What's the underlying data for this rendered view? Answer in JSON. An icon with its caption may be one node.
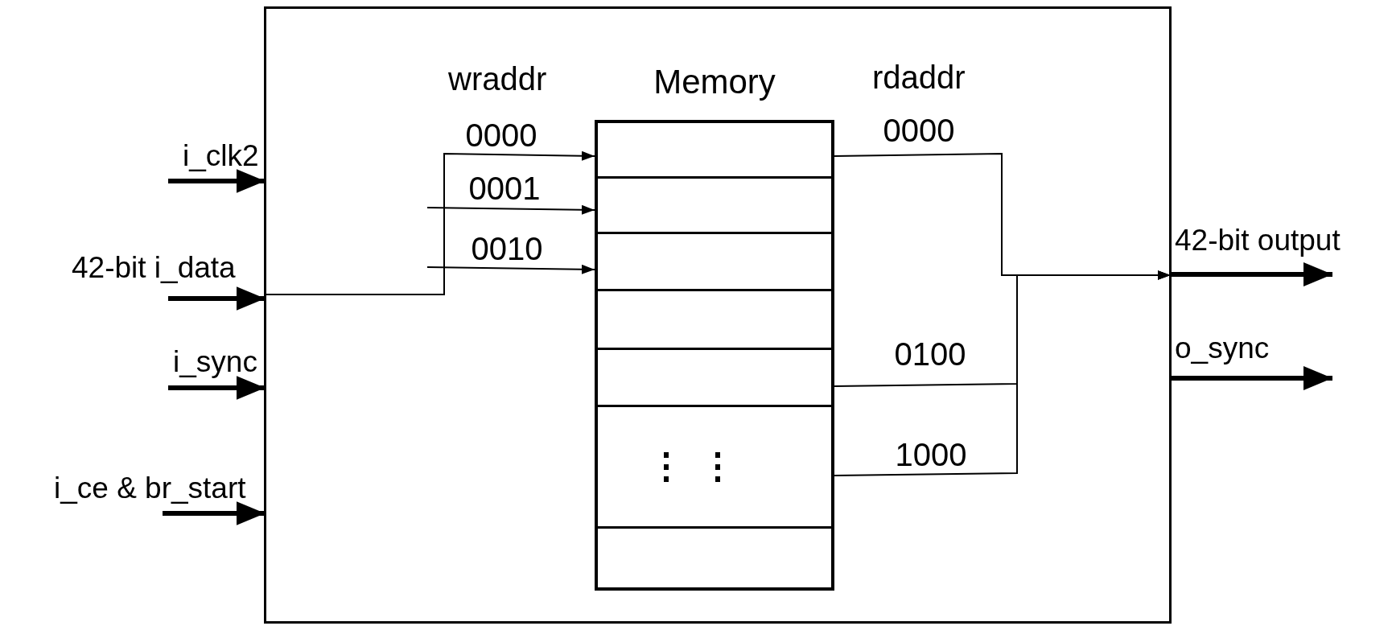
{
  "diagram": {
    "nodes": [
      {
        "text": [],
        "shape": "box"
      },
      {
        "text": [
          "Memory"
        ],
        "in": 0
      },
      {
        "text": [],
        "shape": "box",
        "in": 1
      },
      {
        "text": [],
        "shape": "box",
        "in": 1
      },
      {
        "text": [],
        "shape": "box",
        "in": 1
      },
      {
        "text": [],
        "shape": "box",
        "in": 1
      },
      {
        "text": [],
        "shape": "box",
        "in": 1
      },
      {
        "text": [],
        "shape": "box",
        "in": 1
      },
      {
        "text": [],
        "shape": "box",
        "in": 1
      }
    ],
    "edges": [
      {
        "from": null,
        "to": 0,
        "arrow": "to",
        "label": "i_clk2",
        "style": "thick"
      },
      {
        "from": null,
        "to": 0,
        "arrow": "to",
        "label": "42-bit i_data",
        "style": "thick"
      },
      {
        "from": null,
        "to": 0,
        "arrow": "to",
        "label": "i_sync",
        "style": "thick"
      },
      {
        "from": null,
        "to": 0,
        "arrow": "to",
        "label": "i_ce & br_start",
        "style": "thick"
      },
      {
        "from": 0,
        "to": 2,
        "arrow": "to",
        "label": "0000"
      },
      {
        "from": null,
        "to": 3,
        "arrow": "to",
        "label": "0001"
      },
      {
        "from": null,
        "to": 4,
        "arrow": "to",
        "label": "0010"
      },
      {
        "from": 2,
        "to": 0,
        "arrow": "to",
        "label": "0000"
      },
      {
        "from": 6,
        "to": 0,
        "arrow": "to",
        "label": "0100"
      },
      {
        "from": 7,
        "to": 0,
        "arrow": "to",
        "label": "1000"
      },
      {
        "from": 0,
        "to": null,
        "arrow": "to",
        "label": "42-bit output",
        "style": "thick"
      },
      {
        "from": 0,
        "to": null,
        "arrow": "to",
        "label": "o_sync",
        "style": "thick"
      }
    ],
    "labels": [
      "wraddr",
      "rdaddr"
    ]
  }
}
